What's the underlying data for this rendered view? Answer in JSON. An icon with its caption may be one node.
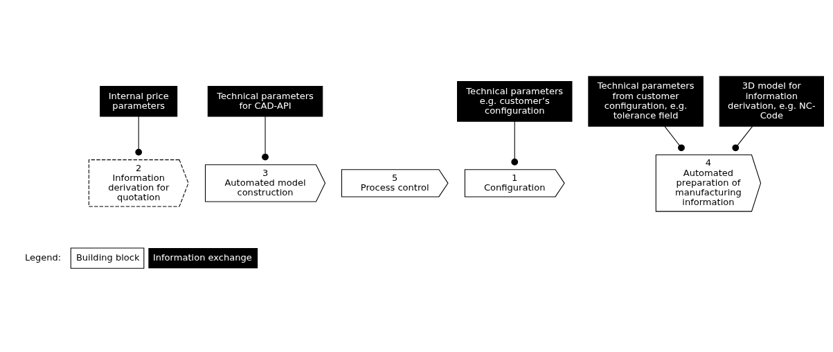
{
  "diagram": {
    "nodes": [
      {
        "text": [
          "2",
          "Information derivation for quotation"
        ]
      },
      {
        "text": [
          "Internal price parameters"
        ]
      },
      {
        "text": [
          "Technical parameters for CAD-API"
        ]
      },
      {
        "text": [
          "5",
          "Process control"
        ]
      },
      {
        "text": [
          "Technical parameters e.g. customer’s configuration"
        ]
      },
      {
        "text": [
          "Technical parameters from customer configuration, e.g. tolerance field"
        ]
      },
      {
        "text": [
          "1",
          "Configuration"
        ]
      },
      {
        "text": [
          "3",
          "Automated model construction"
        ]
      },
      {
        "text": [
          "4",
          "Automated preparation of manufacturing information"
        ]
      },
      {
        "text": [
          "3D model for information derivation, e.g. NC-Code"
        ]
      }
    ],
    "edges": [
      {
        "from": 1,
        "to": 0,
        "arrow": "other"
      },
      {
        "from": 2,
        "to": 7,
        "arrow": "other"
      },
      {
        "from": 4,
        "to": 6,
        "arrow": "other"
      },
      {
        "from": 5,
        "to": 8,
        "arrow": "other"
      },
      {
        "from": 9,
        "to": 8,
        "arrow": "other"
      }
    ],
    "labels": [
      "Legend:"
    ],
    "legend": [
      {
        "text": "Building block"
      },
      {
        "text": "Information exchange"
      }
    ]
  }
}
